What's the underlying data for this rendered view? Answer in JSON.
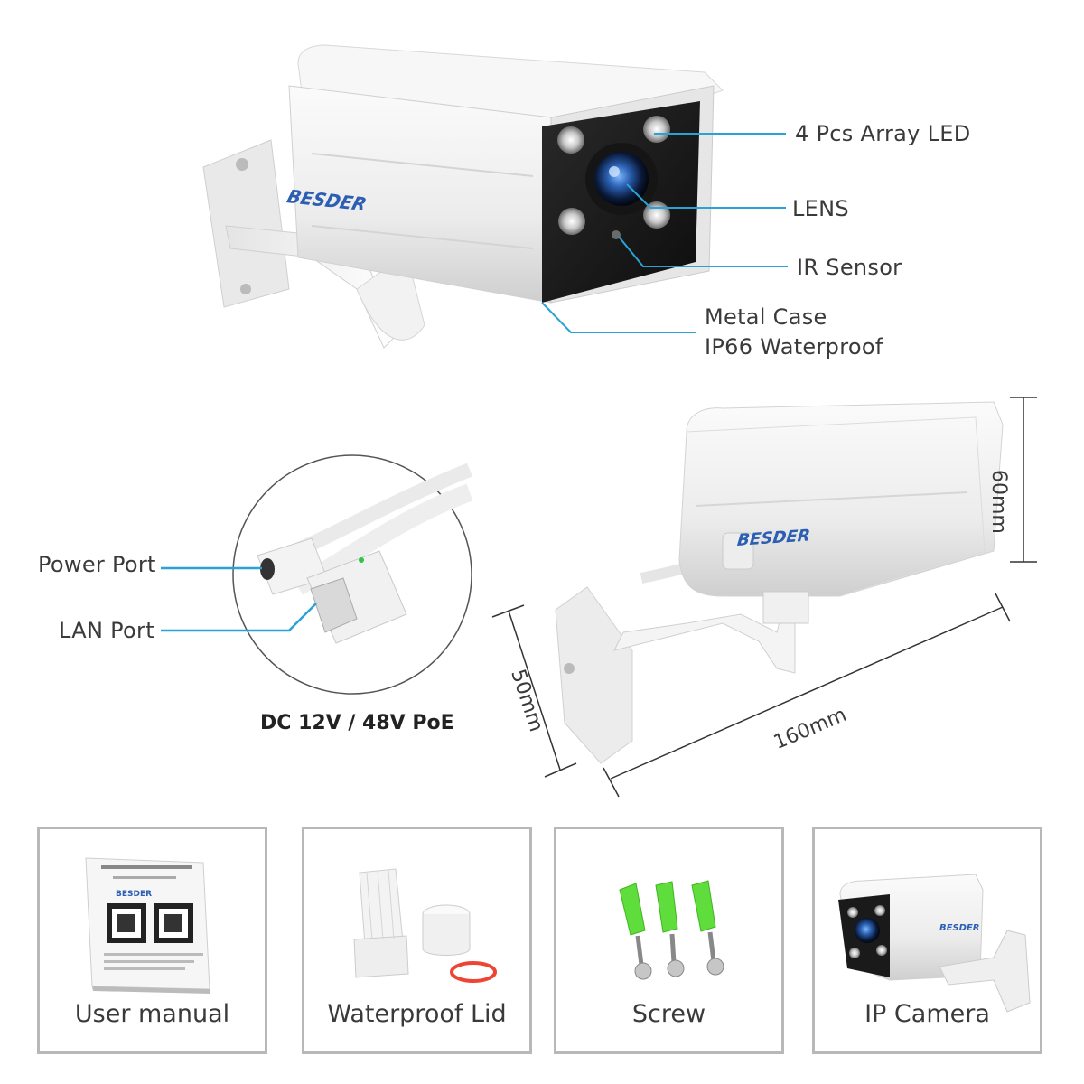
{
  "brand": "BESDER",
  "accent_color": "#29a3d6",
  "top_callouts": {
    "led": "4 Pcs Array LED",
    "lens": "LENS",
    "ir": "IR Sensor",
    "case_line1": "Metal Case",
    "case_line2": "IP66 Waterproof"
  },
  "cable": {
    "power_port": "Power Port",
    "lan_port": "LAN Port",
    "title": "DC 12V / 48V PoE"
  },
  "dimensions": {
    "height": "60mm",
    "width": "50mm",
    "length": "160mm"
  },
  "package_items": [
    {
      "label": "User manual",
      "icon": "manual-icon"
    },
    {
      "label": "Waterproof Lid",
      "icon": "lid-icon"
    },
    {
      "label": "Screw",
      "icon": "screw-icon"
    },
    {
      "label": "IP Camera",
      "icon": "camera-icon"
    }
  ]
}
